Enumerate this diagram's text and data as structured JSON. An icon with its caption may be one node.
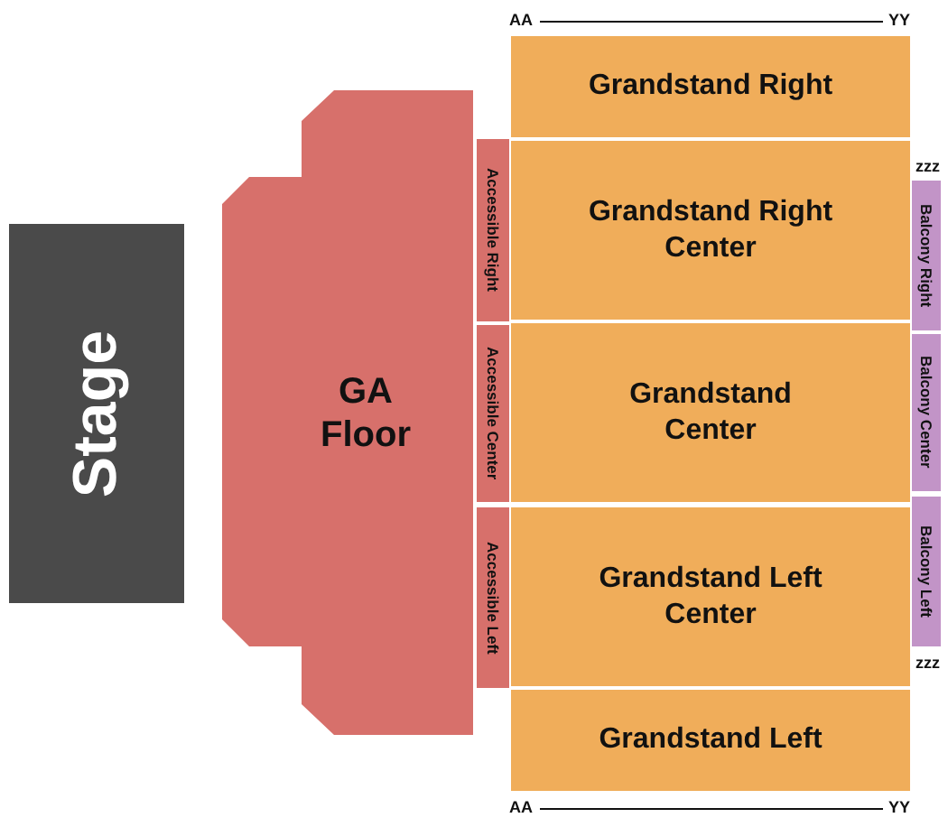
{
  "diagram": {
    "nodes": [
      {
        "text": [
          "Stage"
        ]
      },
      {
        "text": [
          "GA Floor"
        ]
      },
      {
        "text": [
          "Accessible Right"
        ]
      },
      {
        "text": [
          "Accessible Center"
        ]
      },
      {
        "text": [
          "Accessible Left"
        ]
      },
      {
        "text": [
          "Grandstand Right"
        ]
      },
      {
        "text": [
          "Grandstand Right Center"
        ]
      },
      {
        "text": [
          "Grandstand Center"
        ]
      },
      {
        "text": [
          "Grandstand Left Center"
        ]
      },
      {
        "text": [
          "Grandstand Left"
        ]
      },
      {
        "text": [
          "Balcony Right"
        ]
      },
      {
        "text": [
          "Balcony Center"
        ]
      },
      {
        "text": [
          "Balcony Left"
        ]
      }
    ],
    "labels": [
      "AA",
      "YY",
      "zzz",
      "zzz",
      "AA",
      "YY"
    ]
  }
}
